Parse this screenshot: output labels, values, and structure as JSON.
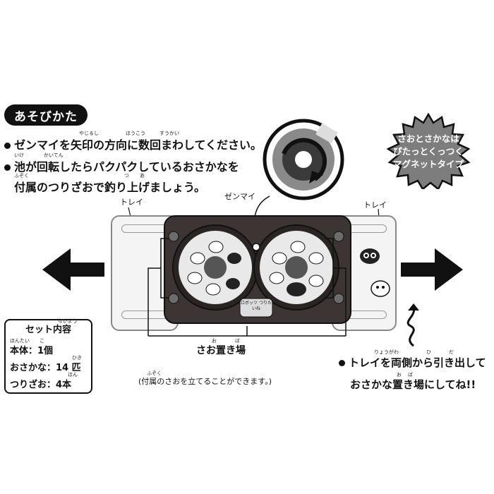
{
  "title": "あそびかた",
  "instructions": {
    "line1": "ゼンマイを矢印の方向に数回まわしてください。",
    "line2": "池が回転したらパクパクしているおさかなを",
    "line3": "付属のつりざおで釣り上げましょう。",
    "furigana": {
      "yajirushi": "やじるし",
      "houkou": "ほうこう",
      "suukai": "すうかい",
      "ike": "いけ",
      "kaiten": "かいてん",
      "fuzoku": "ふぞく",
      "tsu": "つ",
      "a": "あ"
    }
  },
  "magnet_badge": [
    "さおとさかなは",
    "ぴたっとくっつく",
    "マグネットタイプ"
  ],
  "labels": {
    "zenmai": "ゼンマイ",
    "tray_left": "トレイ",
    "tray_right": "トレイ",
    "rod_stand": "さお置き場",
    "rod_stand_furi_o": "お",
    "rod_stand_furi_ba": "ば",
    "rod_stand_note": "(付属のさおを立てることができます。)",
    "rod_stand_note_furi": "ふぞく",
    "game_logo": "ロボッツ つりたいね"
  },
  "tray_tip": {
    "line1": "トレイを両側から引き出して",
    "line2": "おさかな置き場にしてね!!",
    "furi_ryougawa": "りょうがわ",
    "furi_hi": "ひ",
    "furi_da": "だ",
    "furi_o": "お",
    "furi_ba": "ば"
  },
  "set_contents": {
    "title": "セット内容",
    "title_furi": "ないよう",
    "rows": [
      {
        "label": "本体：1個",
        "furi": "ほんたい　　こ"
      },
      {
        "label": "おさかな：14 匹",
        "furi": "ひき"
      },
      {
        "label": "つりざお：4本",
        "furi": "ほん"
      }
    ]
  }
}
